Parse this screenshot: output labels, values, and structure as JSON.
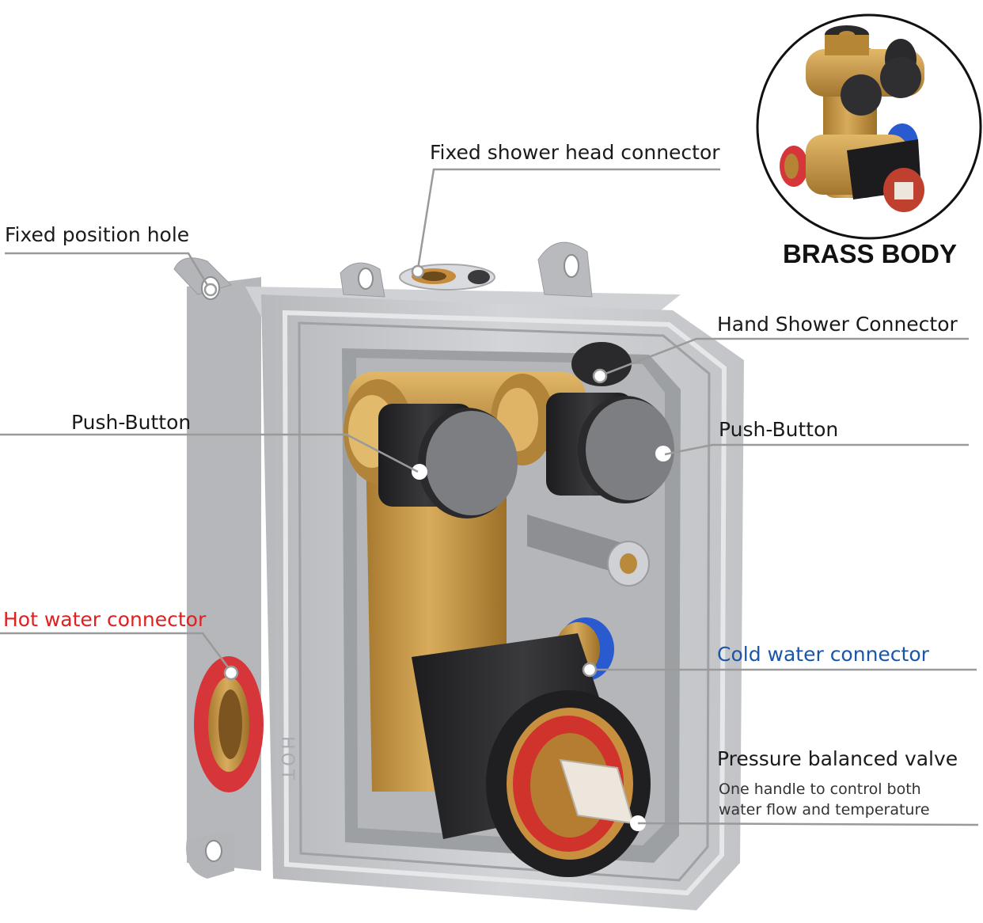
{
  "labels": {
    "fixed_shower_head": "Fixed shower head connector",
    "fixed_position_hole": "Fixed position hole",
    "hand_shower": "Hand Shower Connector",
    "push_button_left": "Push-Button",
    "push_button_right": "Push-Button",
    "hot_water": "Hot water connector",
    "cold_water": "Cold water connector",
    "pressure_valve": "Pressure balanced valve",
    "pressure_valve_desc_1": "One handle to control both",
    "pressure_valve_desc_2": "water flow and temperature",
    "brass_body": "BRASS BODY",
    "hot_embossed": "HOT"
  },
  "colors": {
    "hot": "#e02020",
    "cold": "#1a56a8",
    "leader": "#999999",
    "housing": "#c9cbce",
    "brass": "#c99a48",
    "knob": "#2a2a2c",
    "button_cap": "#7c7d80"
  }
}
